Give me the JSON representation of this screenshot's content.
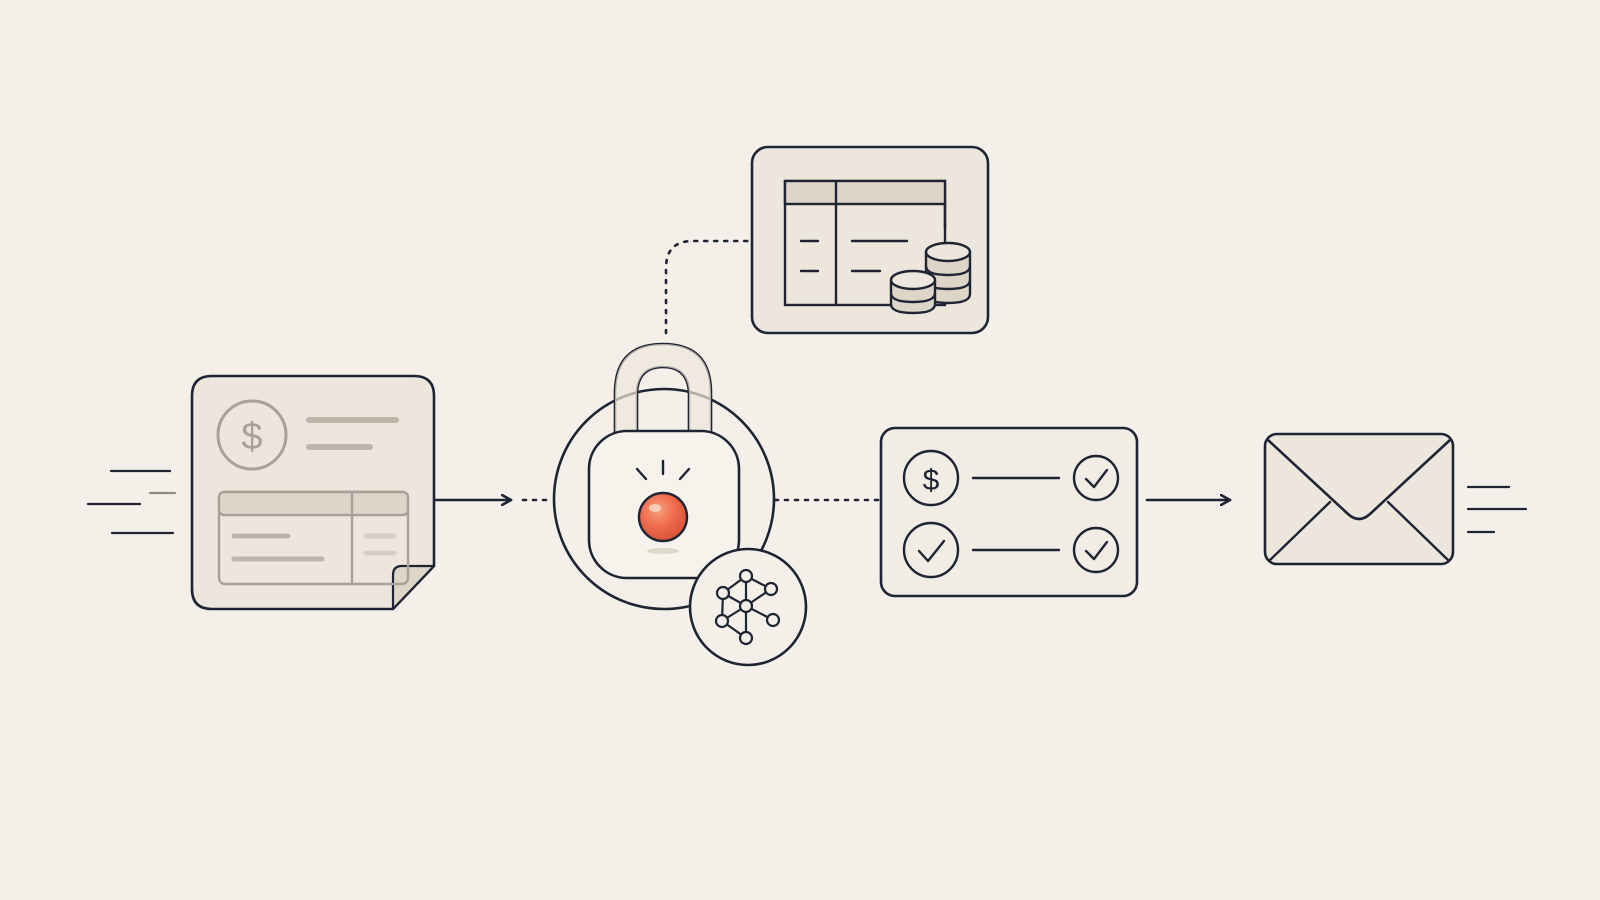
{
  "diagram": {
    "colors": {
      "background": "#f4f0e9",
      "stroke": "#1f2433",
      "card_fill": "#ece6dc",
      "muted": "#a8a198",
      "accent": "#ef6a4c",
      "node_fill": "#f6f2ec"
    },
    "nodes": [
      {
        "id": "invoice",
        "icon": "invoice-document-icon"
      },
      {
        "id": "lock",
        "icon": "padlock-icon",
        "status_dot": "orange-indicator"
      },
      {
        "id": "ai-badge",
        "icon": "neural-network-icon"
      },
      {
        "id": "ledger",
        "icon": "spreadsheet-with-coins-icon"
      },
      {
        "id": "checklist",
        "icon": "payment-checklist-icon"
      },
      {
        "id": "email",
        "icon": "envelope-icon"
      }
    ],
    "edges": [
      {
        "from": "invoice",
        "to": "lock",
        "style": "arrow-then-dotted"
      },
      {
        "from": "lock",
        "to": "ledger",
        "style": "dotted"
      },
      {
        "from": "lock",
        "to": "checklist",
        "style": "dotted"
      },
      {
        "from": "checklist",
        "to": "email",
        "style": "arrow"
      }
    ]
  }
}
